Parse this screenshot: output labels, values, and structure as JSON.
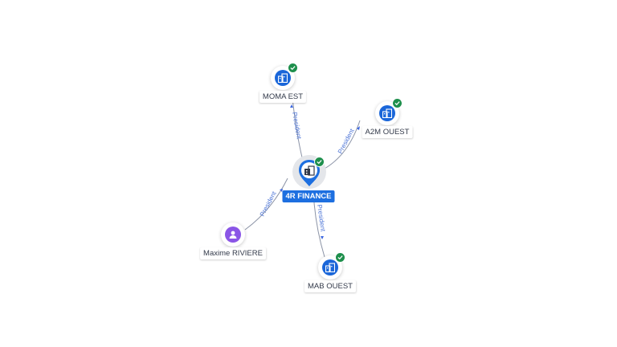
{
  "colors": {
    "company": "#1a66d9",
    "person": "#8a55e6",
    "verified": "#1e8f4c",
    "primary_label": "#1d6fe0",
    "edge_label": "#4b73d6"
  },
  "nodes": {
    "main": {
      "label": "4R FINANCE",
      "type": "company",
      "icon": "building-icon",
      "verified": true
    },
    "moma": {
      "label": "MOMA EST",
      "type": "company",
      "icon": "building-icon",
      "verified": true
    },
    "a2m": {
      "label": "A2M OUEST",
      "type": "company",
      "icon": "building-icon",
      "verified": true
    },
    "mab": {
      "label": "MAB OUEST",
      "type": "company",
      "icon": "building-icon",
      "verified": true
    },
    "maxime": {
      "label": "Maxime RIVIERE",
      "type": "person",
      "icon": "person-icon",
      "verified": false
    }
  },
  "edges": [
    {
      "from": "main",
      "to": "moma",
      "label": "President"
    },
    {
      "from": "main",
      "to": "a2m",
      "label": "President"
    },
    {
      "from": "main",
      "to": "mab",
      "label": "President"
    },
    {
      "from": "maxime",
      "to": "main",
      "label": "President"
    }
  ]
}
